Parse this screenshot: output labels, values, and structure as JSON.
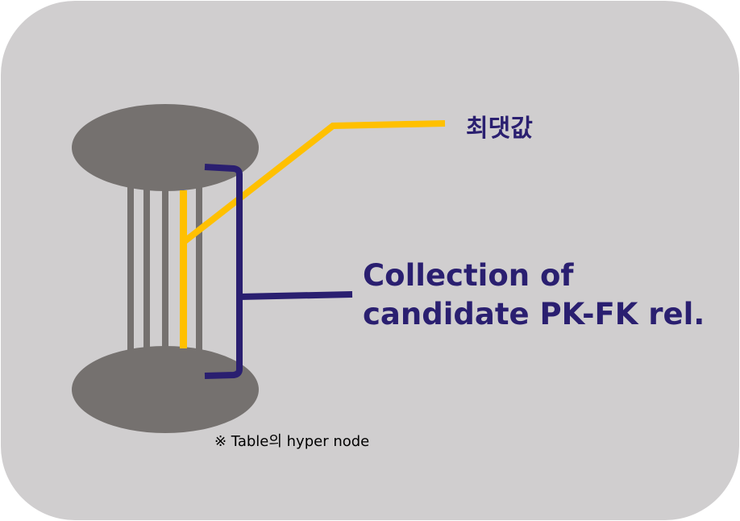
{
  "labels": {
    "max_value": "최댓값",
    "collection_line1": "Collection of",
    "collection_line2": "candidate PK-FK rel.",
    "note": "※ Table의 hyper node"
  },
  "colors": {
    "background": "#d0cecf",
    "node": "#75716f",
    "highlight": "#ffc000",
    "bracket": "#2a1f70"
  }
}
